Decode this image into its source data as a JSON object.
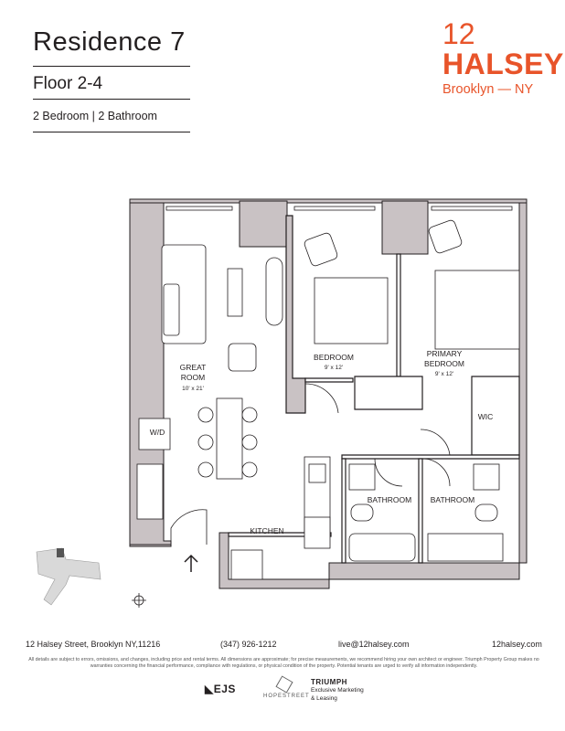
{
  "header": {
    "title": "Residence 7",
    "floor": "Floor 2-4",
    "bedrooms": "2 Bedroom | 2 Bathroom"
  },
  "brand": {
    "number": "12",
    "name": "HALSEY",
    "location": "Brooklyn — NY",
    "color": "#e8542a"
  },
  "plan": {
    "rooms": {
      "great_room": "GREAT ROOM",
      "great_room_line1": "GREAT",
      "great_room_line2": "ROOM",
      "great_room_dims": "10' x 21'",
      "bedroom": "BEDROOM",
      "bedroom_dims": "9' x 12'",
      "primary_line1": "PRIMARY",
      "primary_line2": "BEDROOM",
      "primary_dims": "9' x 12'",
      "wic": "WIC",
      "wd": "W/D",
      "kitchen": "KITCHEN",
      "bath1": "BATHROOM",
      "bath2": "BATHROOM"
    },
    "wall_color": "#c9c2c4"
  },
  "footer": {
    "address": "12 Halsey Street, Brooklyn NY,11216",
    "phone": "(347) 926-1212",
    "email": "live@12halsey.com",
    "website": "12halsey.com",
    "disclaimer": "All details are subject to errors, omissions, and changes, including price and rental terms. All dimensions are approximate; for precise measurements, we recommend hiring your own architect or engineer. Triumph Property Group makes no warranties concerning the financial performance, compliance with regulations, or physical condition of the property. Potential tenants are urged to verify all information independently."
  },
  "logos": {
    "ejs": "EJS",
    "hopestreet": "HOPESTREET",
    "triumph_name": "TRIUMPH",
    "triumph_line1": "Exclusive Marketing",
    "triumph_line2": "& Leasing"
  }
}
